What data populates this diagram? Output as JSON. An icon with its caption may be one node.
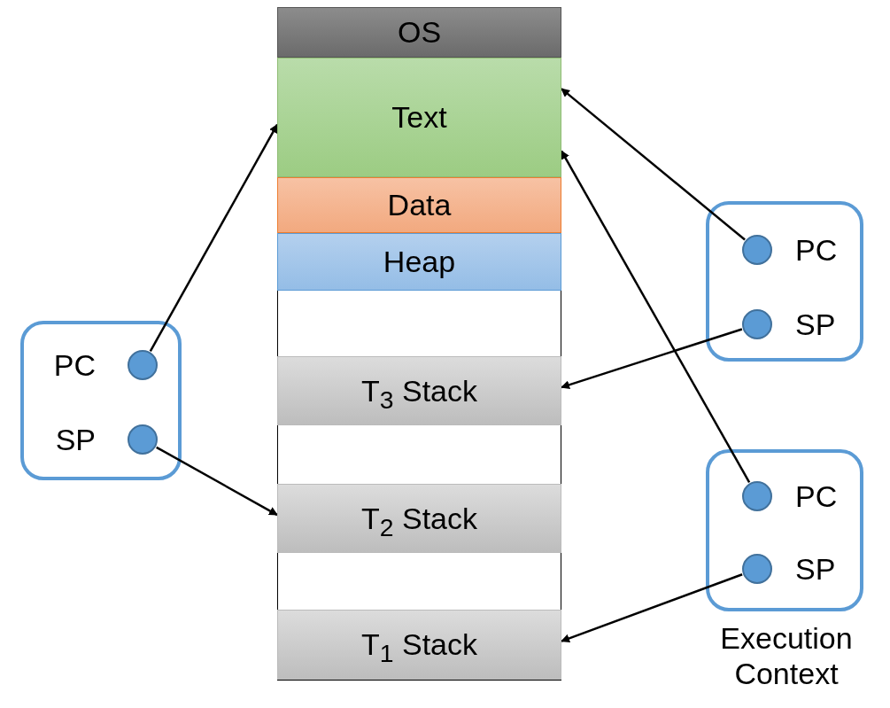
{
  "diagram": {
    "nodes": [
      {
        "text": [
          "OS"
        ]
      },
      {
        "text": [
          "Text"
        ]
      },
      {
        "text": [
          "Data"
        ]
      },
      {
        "text": [
          "Heap"
        ]
      },
      {
        "text": [
          "T$_{3}$ Stack"
        ]
      },
      {
        "text": [
          "T$_{2}$ Stack"
        ]
      },
      {
        "text": [
          "T$_{1}$ Stack"
        ]
      },
      {
        "text": [],
        "shape": "box"
      },
      {
        "text": [],
        "shape": "circle",
        "beside": [
          "PC"
        ],
        "in": 7
      },
      {
        "text": [],
        "shape": "circle",
        "beside": [
          "SP"
        ],
        "in": 7
      },
      {
        "text": [],
        "shape": "box"
      },
      {
        "text": [],
        "shape": "circle",
        "beside": [
          "PC"
        ],
        "in": 10
      },
      {
        "text": [],
        "shape": "circle",
        "beside": [
          "SP"
        ],
        "in": 10
      },
      {
        "text": [],
        "shape": "box",
        "beside": [
          "Execution Context"
        ]
      },
      {
        "text": [],
        "shape": "circle",
        "beside": [
          "PC"
        ],
        "in": 13
      },
      {
        "text": [],
        "shape": "circle",
        "beside": [
          "SP"
        ],
        "in": 13
      }
    ],
    "edges": [
      {
        "from": 8,
        "to": 1,
        "arrow": "to"
      },
      {
        "from": 9,
        "to": 5,
        "arrow": "to"
      },
      {
        "from": 11,
        "to": 1,
        "arrow": "to"
      },
      {
        "from": 12,
        "to": 4,
        "arrow": "to"
      },
      {
        "from": 14,
        "to": 1,
        "arrow": "to"
      },
      {
        "from": 15,
        "to": 6,
        "arrow": "to"
      }
    ]
  }
}
